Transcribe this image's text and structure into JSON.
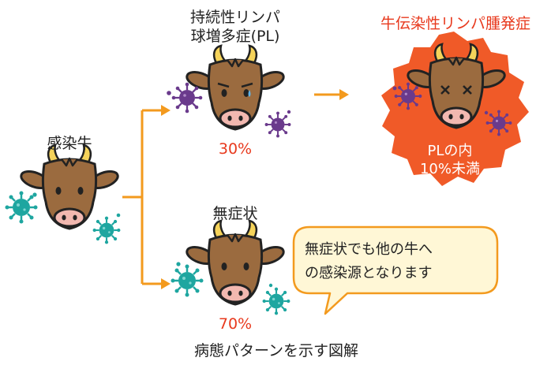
{
  "infected_cow": {
    "label": "感染牛"
  },
  "persistent": {
    "label_line1": "持続性リンパ",
    "label_line2": "球増多症(PL)",
    "percent": "30%"
  },
  "asymptomatic": {
    "label": "無症状",
    "percent": "70%"
  },
  "lymphoma": {
    "label": "牛伝染性リンパ腫発症",
    "text_line1": "PLの内",
    "text_line2": "10%未満"
  },
  "speech_bubble": {
    "line1": "無症状でも他の牛へ",
    "line2": "の感染源となります"
  },
  "caption": "病態パターンを示す図解",
  "colors": {
    "cow_body": "#9b6b3f",
    "cow_muzzle": "#f2b8b0",
    "horn": "#f5d35a",
    "arrow": "#f39a1e",
    "burst": "#f05a28",
    "virus_teal": "#1ea6a0",
    "virus_purple": "#6a3a8c",
    "accent_red": "#e8391d"
  },
  "icons": [
    "cow-icon",
    "virus-icon",
    "arrow-icon",
    "speech-bubble-icon",
    "burst-icon"
  ]
}
